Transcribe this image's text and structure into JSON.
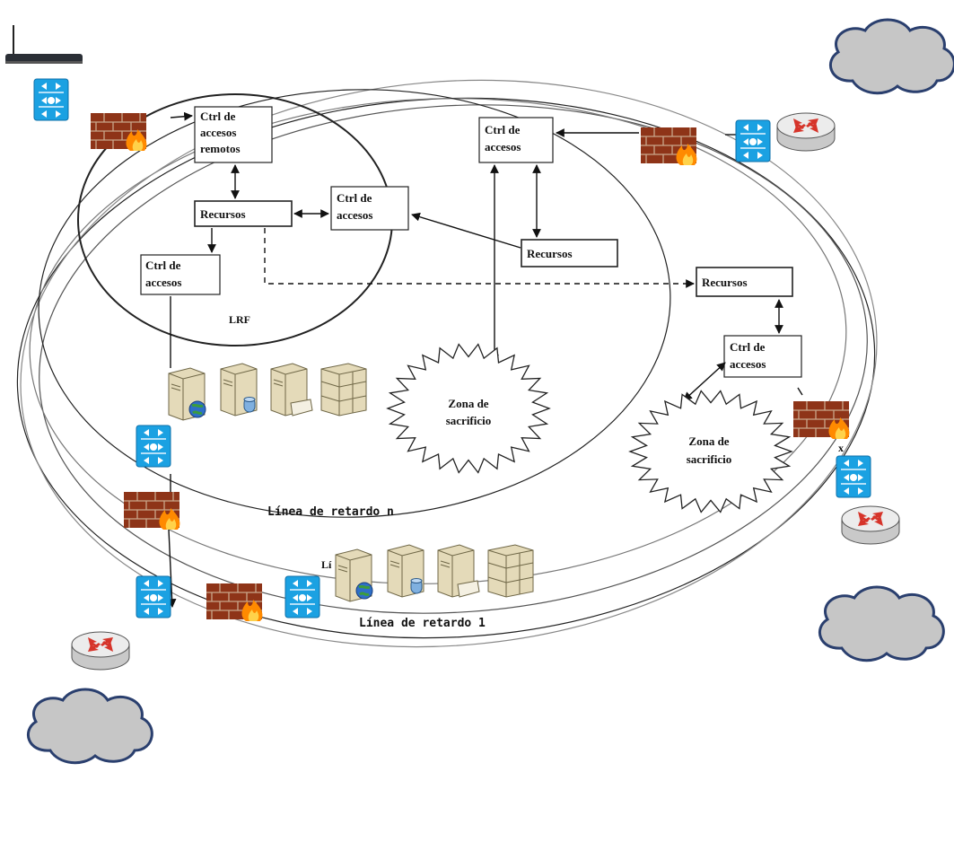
{
  "diagram": {
    "colors": {
      "cloud_fill": "#c8c8c8",
      "cloud_stroke": "#2a3f6e",
      "switch_fill": "#1ba1e2",
      "firewall_brick": "#9a3a1f",
      "flame": "#ff8a00",
      "router_body": "#e6e6e6",
      "router_arrow": "#d6342a",
      "server_body": "#e8dfc3"
    },
    "boxes": {
      "ctrl_remotos": {
        "line1": "Ctrl de",
        "line2": "accesos",
        "line3": "remotos"
      },
      "recursos_center": {
        "text": "Recursos"
      },
      "ctrl_mid": {
        "line1": "Ctrl de",
        "line2": "accesos"
      },
      "ctrl_left": {
        "line1": "Ctrl de",
        "line2": "accesos"
      },
      "ctrl_top_right": {
        "line1": "Ctrl de",
        "line2": "accesos"
      },
      "recursos_mid_right": {
        "text": "Recursos"
      },
      "recursos_far_right": {
        "text": "Recursos"
      },
      "ctrl_right": {
        "line1": "Ctrl de",
        "line2": "accesos"
      }
    },
    "zones": {
      "zona_1": {
        "line1": "Zona de",
        "line2": "sacrificio"
      },
      "zona_2": {
        "line1": "Zona de",
        "line2": "sacrificio"
      }
    },
    "labels": {
      "lrf": "LRF",
      "linea_n": "Línea de retardo n",
      "linea_1": "Línea de retardo 1",
      "linea_partial": "Lí",
      "x_mark": "x"
    },
    "icons": [
      "wireless-router-icon",
      "switch-icon",
      "firewall-icon",
      "cloud-icon",
      "router-icon",
      "web-server-icon",
      "database-server-icon",
      "file-server-icon",
      "server-rack-icon"
    ]
  }
}
